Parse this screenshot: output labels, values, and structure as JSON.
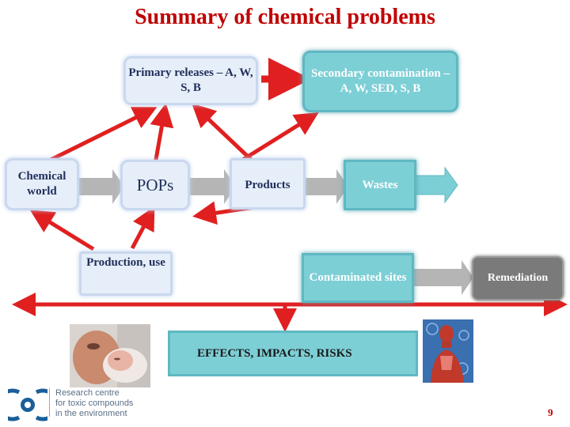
{
  "title": "Summary of chemical problems",
  "nodes": {
    "primary_releases": "Primary releases – A, W, S, B",
    "secondary_contamination": "Secondary contamination – A, W, SED, S, B",
    "chemical_world": "Chemical world",
    "pops": "POPs",
    "products": "Products",
    "wastes": "Wastes",
    "production_use": "Production, use",
    "contaminated_sites": "Contaminated sites",
    "remediation": "Remediation",
    "effects": "EFFECTS, IMPACTS, RISKS"
  },
  "logo": {
    "line1": "Research centre",
    "line2": "for toxic compounds",
    "line3": "in the environment"
  },
  "page_number": "9",
  "colors": {
    "title": "#c00000",
    "arrow": "#e02020",
    "teal": "#7dcfd6",
    "light_box": "#e6eef9"
  }
}
